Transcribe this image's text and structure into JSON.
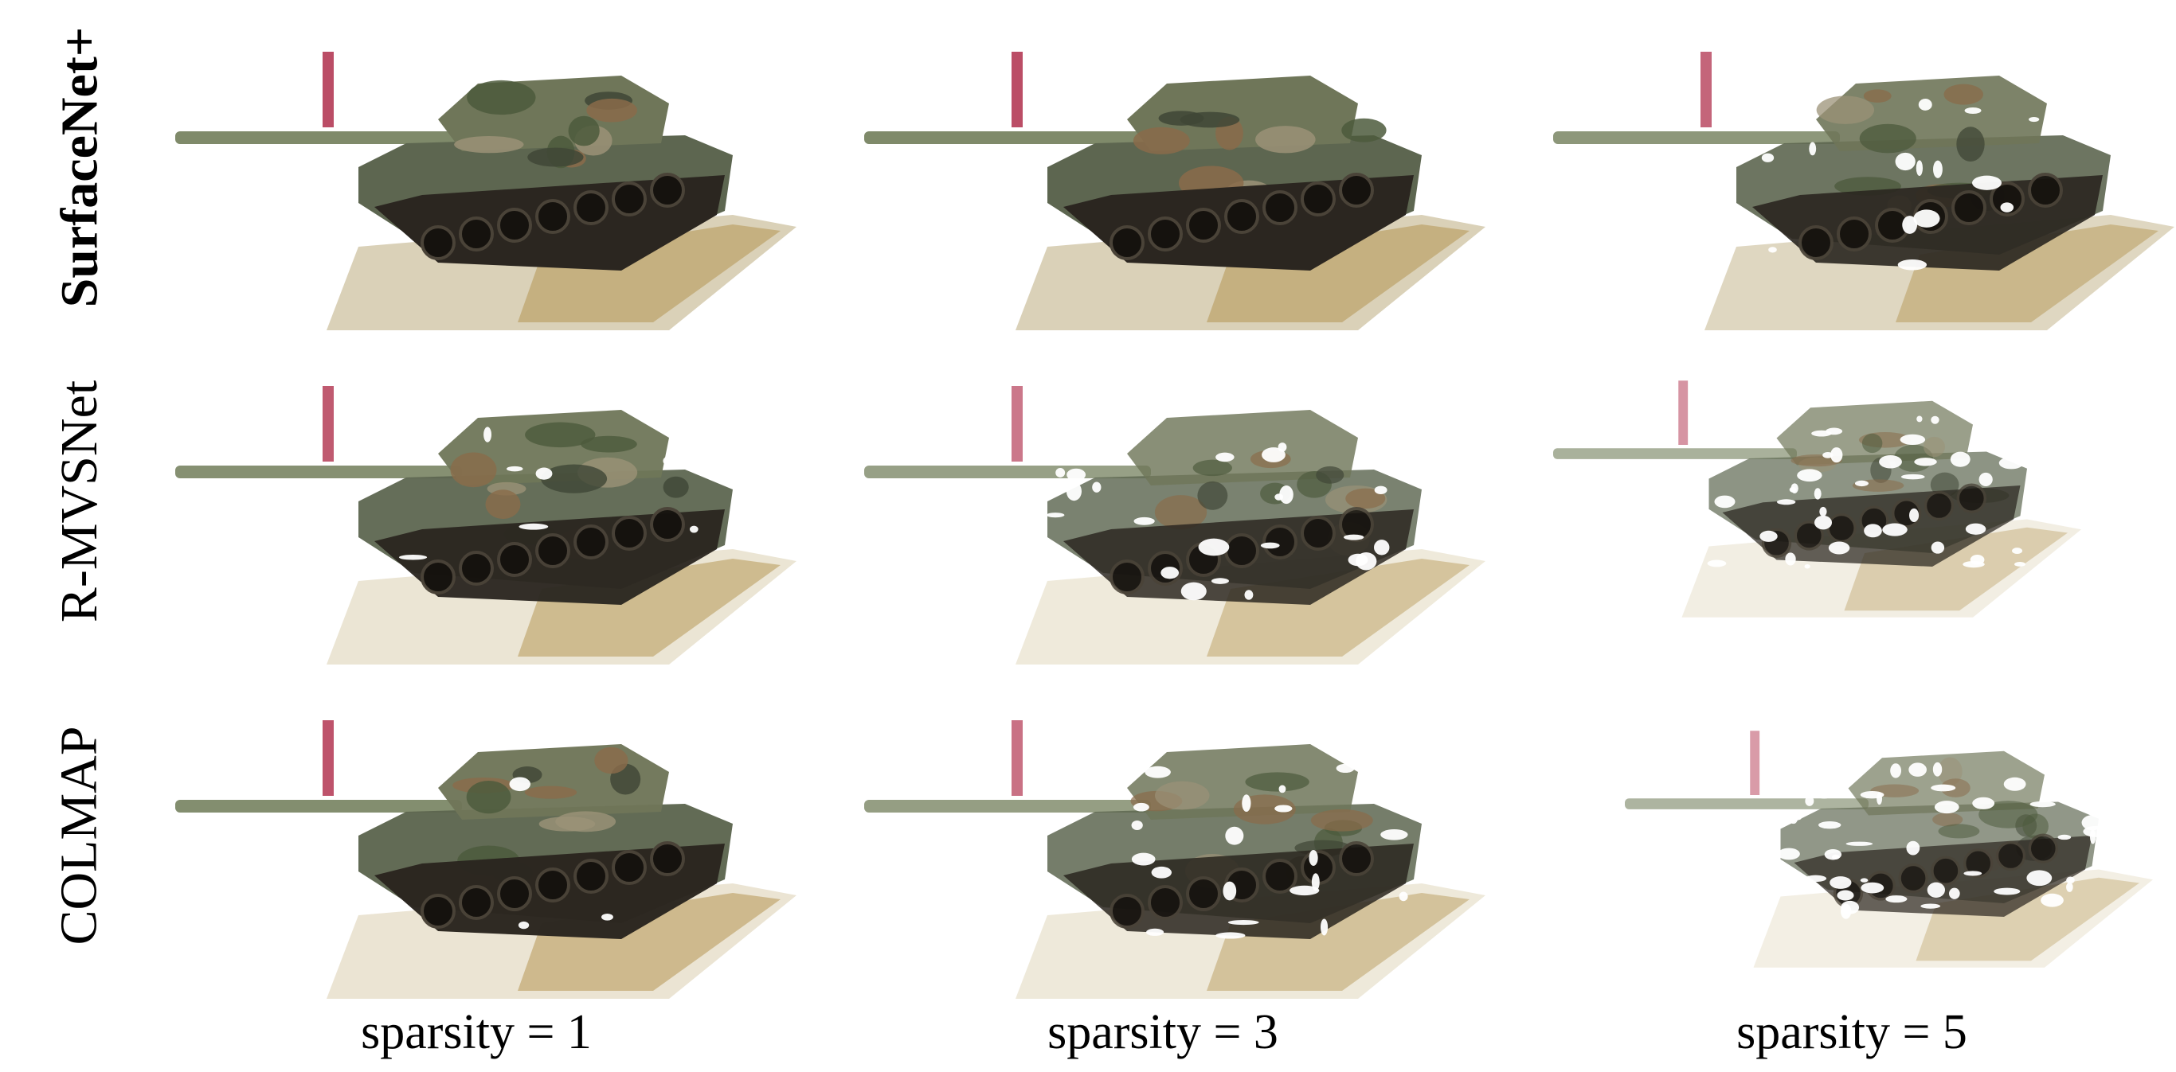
{
  "figure": {
    "rows": [
      {
        "label": "SurfaceNet+",
        "bold": true
      },
      {
        "label": "R-MVSNet",
        "bold": false
      },
      {
        "label": "COLMAP",
        "bold": false
      }
    ],
    "columns": [
      {
        "label": "sparsity = 1"
      },
      {
        "label": "sparsity = 3"
      },
      {
        "label": "sparsity = 5"
      }
    ],
    "subject": "tank-point-cloud-reconstruction"
  }
}
